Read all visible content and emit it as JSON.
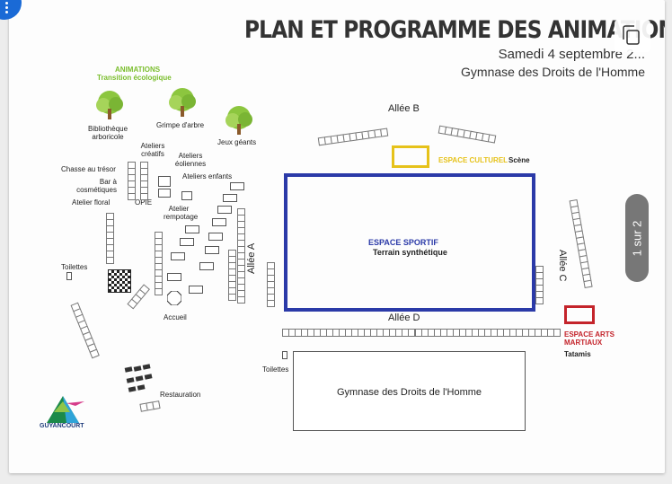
{
  "viewer": {
    "page_indicator": "1 sur 2",
    "menu_icon": "kebab-vertical-icon",
    "copy_icon": "copy-icon",
    "accent_color": "#1a6ad6"
  },
  "document": {
    "title": "PLAN ET PROGRAMME DES ANIMATIONS",
    "date": "Samedi 4 septembre 2...",
    "location": "Gymnase des Droits de l'Homme",
    "animations_header": "ANIMATIONS",
    "animations_subheader": "Transition écologique",
    "labels": {
      "bibliotheque": "Bibliothèque arboricole",
      "grimpe": "Grimpe d'arbre",
      "jeux": "Jeux géants",
      "ateliers_creatifs": "Ateliers créatifs",
      "ateliers_eoliennes": "Ateliers éoliennes",
      "ateliers_enfants": "Ateliers enfants",
      "chasse": "Chasse au trésor",
      "bar": "Bar à cosmétiques",
      "atelier_floral": "Atelier floral",
      "opie": "OPIE",
      "atelier_rempotage": "Atelier rempotage",
      "toilettes": "Toilettes",
      "accueil": "Accueil",
      "restauration": "Restauration",
      "toilettes2": "Toilettes",
      "allee_a": "Allée A",
      "allee_b": "Allée B",
      "allee_c": "Allée C",
      "allee_d": "Allée D",
      "espace_culturel": "ESPACE CULTUREL",
      "scene": "Scène",
      "espace_sportif": "ESPACE SPORTIF",
      "terrain": "Terrain synthétique",
      "espace_arts": "ESPACE ARTS MARTIAUX",
      "tatamis": "Tatamis",
      "gymnase": "Gymnase des Droits de l'Homme",
      "logo_text": "GUYANCOURT"
    },
    "colors": {
      "sport": "#2b3aa8",
      "culture": "#e6c21a",
      "arts": "#c4242b",
      "green": "#7bbe2e"
    }
  }
}
